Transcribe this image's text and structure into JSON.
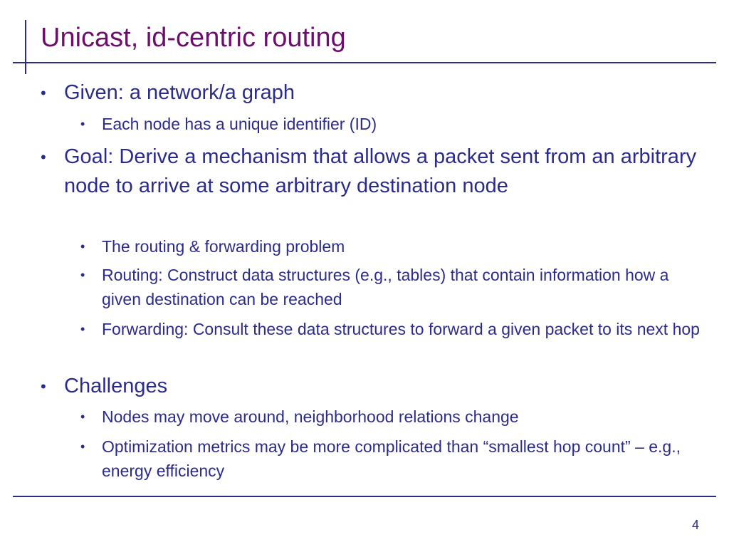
{
  "slide": {
    "title": "Unicast, id-centric routing",
    "page_number": "4",
    "bullet_glyph": "•",
    "colors": {
      "title": "#6b0f6b",
      "text": "#2b2b8c",
      "rule": "#2b2b8c"
    },
    "items": [
      {
        "level": 1,
        "text": "Given: a network/a graph"
      },
      {
        "level": 2,
        "text": "Each node has a unique identifier (ID)"
      },
      {
        "level": 1,
        "text": "Goal: Derive a mechanism that allows a packet sent from an arbitrary node to arrive at some arbitrary destination node"
      },
      {
        "level": 2,
        "text": "The routing & forwarding problem"
      },
      {
        "level": 2,
        "text": "Routing: Construct data structures (e.g., tables) that contain information how a given destination can be reached"
      },
      {
        "level": 2,
        "text": "Forwarding: Consult these data structures to forward a given packet to its next hop"
      },
      {
        "level": 1,
        "text": "Challenges"
      },
      {
        "level": 2,
        "text": "Nodes may move around, neighborhood relations change"
      },
      {
        "level": 2,
        "text": "Optimization metrics may be more complicated than “smallest hop count” – e.g., energy efficiency"
      }
    ]
  }
}
